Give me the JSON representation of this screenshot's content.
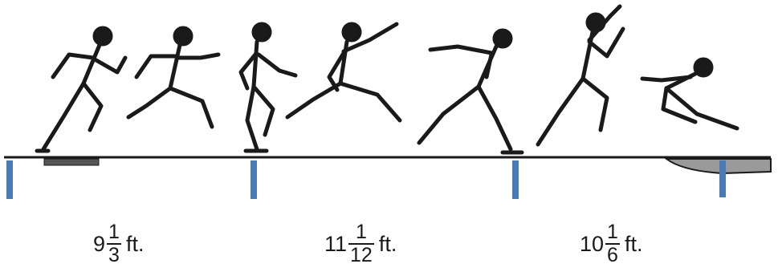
{
  "colors": {
    "marker": "#4a7ab8",
    "ink": "#1a1a1a"
  },
  "segments": [
    {
      "whole": "9",
      "numerator": "1",
      "denominator": "3",
      "unit": "ft."
    },
    {
      "whole": "11",
      "numerator": "1",
      "denominator": "12",
      "unit": "ft."
    },
    {
      "whole": "10",
      "numerator": "1",
      "denominator": "6",
      "unit": "ft."
    }
  ]
}
